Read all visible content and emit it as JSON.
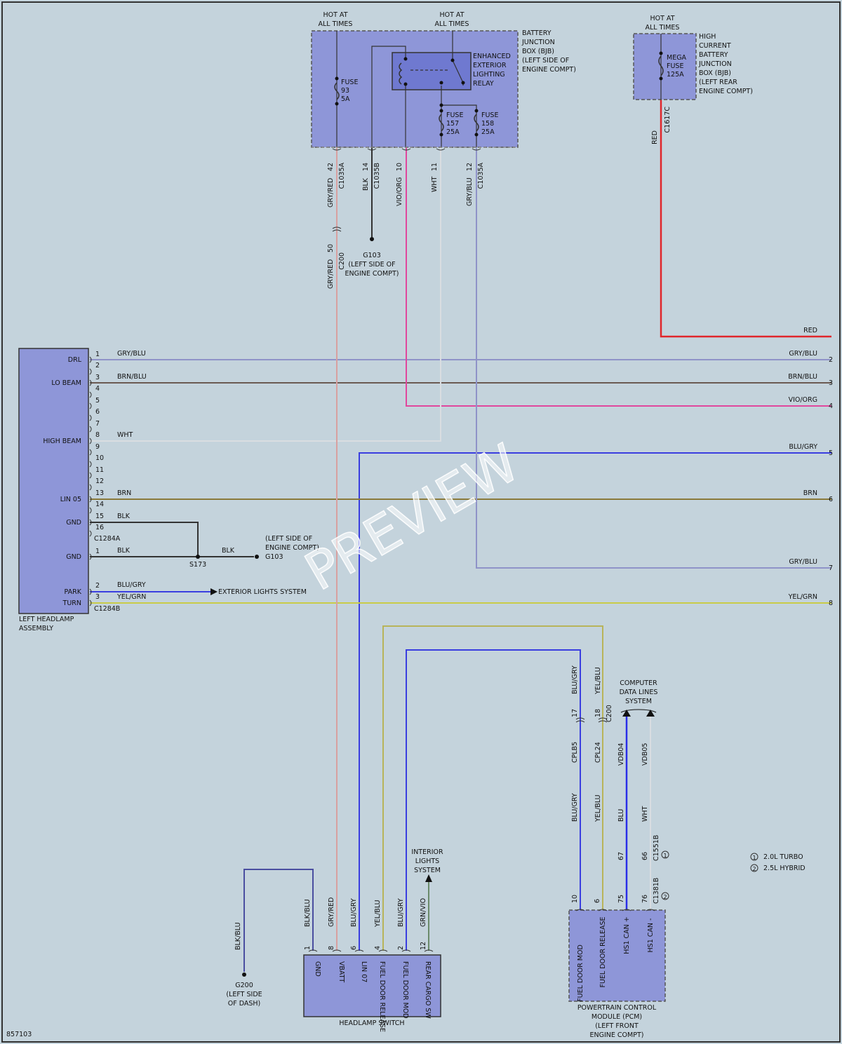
{
  "colors": {
    "background": "#c4d3dc",
    "component_fill": "#8e96d8",
    "red": "#e0262b",
    "gry_blu": "#8f93c8",
    "brn_blu": "#6b5a52",
    "vio_org": "#e0479d",
    "wht": "#d9dde1",
    "blu_gry": "#3a3ee0",
    "brn": "#8a7a3a",
    "yel_grn": "#c9cc48",
    "gry_red": "#d8a0a0",
    "blk": "#333333",
    "blk_blu": "#4a4ea0",
    "yel_blu": "#b8b45a",
    "grn_vio": "#6a8a6a",
    "blu": "#2a2ee8"
  },
  "watermark": "PREVIEW",
  "diagram_id": "857103",
  "bjb": {
    "hot_label_1": [
      "HOT AT",
      "ALL TIMES"
    ],
    "hot_label_2": [
      "HOT AT",
      "ALL TIMES"
    ],
    "name": [
      "BATTERY",
      "JUNCTION",
      "BOX (BJB)",
      "(LEFT SIDE OF",
      "ENGINE COMPT)"
    ],
    "relay": [
      "ENHANCED",
      "EXTERIOR",
      "LIGHTING",
      "RELAY"
    ],
    "fuse_93": [
      "FUSE",
      "93",
      "5A"
    ],
    "fuse_157": [
      "FUSE",
      "157",
      "25A"
    ],
    "fuse_158": [
      "FUSE",
      "158",
      "25A"
    ]
  },
  "hcbjb": {
    "hot_label": [
      "HOT AT",
      "ALL TIMES"
    ],
    "name": [
      "HIGH",
      "CURRENT",
      "BATTERY",
      "JUNCTION",
      "BOX (BJB)",
      "(LEFT REAR",
      "ENGINE COMPT)"
    ],
    "fuse": [
      "MEGA",
      "FUSE",
      "125A"
    ],
    "connector": "C1617C",
    "wire_color": "RED"
  },
  "top_wires": [
    {
      "pin": "42",
      "connector": "C1035A",
      "color": "GRY/RED"
    },
    {
      "pin": "14",
      "connector": "C1035B",
      "color": "BLK"
    },
    {
      "pin": "10",
      "connector": "",
      "color": "VIO/ORG"
    },
    {
      "pin": "11",
      "connector": "",
      "color": "WHT"
    },
    {
      "pin": "12",
      "connector": "C1035A",
      "color": "GRY/BLU"
    }
  ],
  "c200_top": {
    "pin": "50",
    "connector": "C200",
    "color": "GRY/RED"
  },
  "g103_top": [
    "G103",
    "(LEFT SIDE OF",
    "ENGINE COMPT)"
  ],
  "headlamp": {
    "title": [
      "LEFT HEADLAMP",
      "ASSEMBLY"
    ],
    "pins": [
      "DRL",
      "LO BEAM",
      "HIGH BEAM",
      "LIN 05",
      "GND",
      "GND",
      "PARK",
      "TURN"
    ],
    "pin_numbers_a": [
      "1",
      "2",
      "3",
      "4",
      "5",
      "6",
      "7",
      "8",
      "9",
      "10",
      "11",
      "12",
      "13",
      "14",
      "15",
      "16"
    ],
    "connector_a": "C1284A",
    "connector_b": "C1284B",
    "pin_numbers_b": [
      "1",
      "2",
      "3"
    ],
    "wire_labels": [
      "GRY/BLU",
      "BRN/BLU",
      "WHT",
      "BRN",
      "BLK",
      "BLK",
      "BLU/GRY",
      "YEL/GRN"
    ],
    "splice": "S173",
    "splice_wire": "BLK",
    "g103": [
      "(LEFT SIDE OF",
      "ENGINE COMPT)",
      "G103"
    ],
    "exterior_lights": "EXTERIOR LIGHTS SYSTEM"
  },
  "right_edge": [
    {
      "label": "RED",
      "num": ""
    },
    {
      "label": "GRY/BLU",
      "num": "2"
    },
    {
      "label": "BRN/BLU",
      "num": "3"
    },
    {
      "label": "VIO/ORG",
      "num": "4"
    },
    {
      "label": "BLU/GRY",
      "num": "5"
    },
    {
      "label": "BRN",
      "num": "6"
    },
    {
      "label": "GRY/BLU",
      "num": "7"
    },
    {
      "label": "YEL/GRN",
      "num": "8"
    }
  ],
  "switch": {
    "title": "HEADLAMP SWITCH",
    "pins": [
      "GND",
      "VBATT",
      "LIN 07",
      "FUEL DOOR RELEASE",
      "FUEL DOOR MOD",
      "REAR CARGO SW"
    ],
    "pin_numbers": [
      "1",
      "8",
      "6",
      "4",
      "2",
      "12"
    ],
    "wire_labels": [
      "BLK/BLU",
      "GRY/RED",
      "BLU/GRY",
      "YEL/BLU",
      "BLU/GRY",
      "GRN/VIO"
    ],
    "interior_lights": [
      "INTERIOR",
      "LIGHTS",
      "SYSTEM"
    ]
  },
  "g200": {
    "wire": "BLK/BLU",
    "label": [
      "G200",
      "(LEFT SIDE",
      "OF DASH)"
    ]
  },
  "pcm": {
    "title": [
      "POWERTRAIN CONTROL",
      "MODULE (PCM)",
      "(LEFT FRONT",
      "ENGINE COMPT)"
    ],
    "pins": [
      "FUEL DOOR MOD",
      "FUEL DOOR RELEASE",
      "HS1 CAN +",
      "HS1 CAN -"
    ],
    "pin_numbers": [
      "10",
      "6",
      "75",
      "76"
    ],
    "wire_colors": [
      "BLU/GRY",
      "YEL/BLU",
      "BLU",
      "WHT"
    ],
    "circuits": [
      "CPLB5",
      "CPL24",
      "VDB04",
      "VDB05"
    ],
    "c200_pins": [
      "17",
      "18"
    ],
    "c200_wire_colors": [
      "BLU/GRY",
      "YEL/BLU"
    ],
    "c200_connector": "C200",
    "alt_pins": [
      "67",
      "66"
    ],
    "connector_1": "C1551B",
    "connector_2": "C1381B",
    "data_lines": [
      "COMPUTER",
      "DATA LINES",
      "SYSTEM"
    ]
  },
  "legend": [
    {
      "mark": "1",
      "text": "2.0L TURBO"
    },
    {
      "mark": "2",
      "text": "2.5L HYBRID"
    }
  ]
}
